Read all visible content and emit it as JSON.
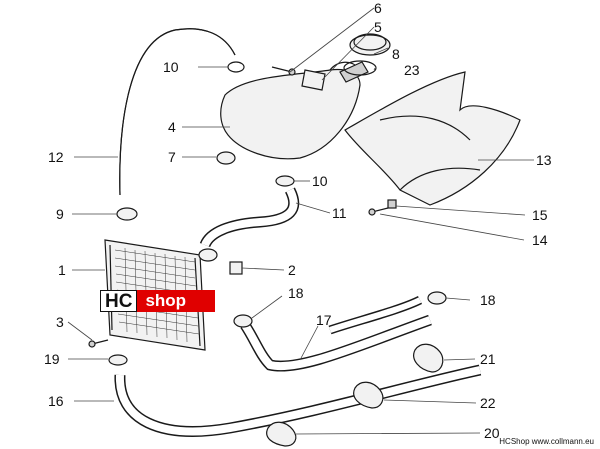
{
  "logo": {
    "left": "HC",
    "right": "shop"
  },
  "footer_text": "HCShop www.collmann.eu",
  "callouts": [
    "6",
    "5",
    "8",
    "23",
    "10",
    "4",
    "7",
    "12",
    "10",
    "13",
    "9",
    "11",
    "15",
    "14",
    "1",
    "2",
    "3",
    "18",
    "18",
    "17",
    "21",
    "19",
    "16",
    "22",
    "20"
  ]
}
